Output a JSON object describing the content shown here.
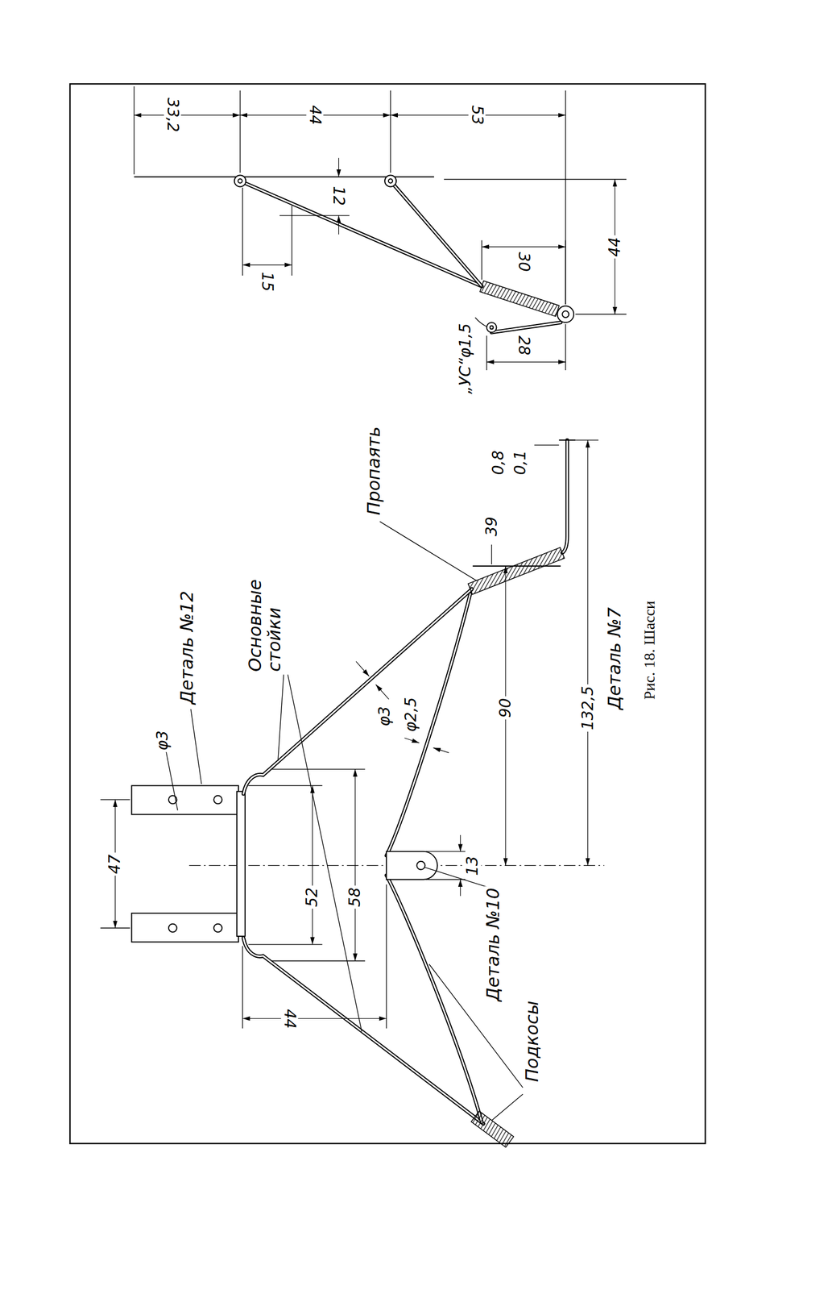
{
  "diagram": {
    "caption": "Рис. 18. Шасси",
    "labels": [
      "33,2",
      "44",
      "53",
      "12",
      "15",
      "30",
      "28",
      "44",
      "„УС“φ1,5",
      "Деталь №12",
      "φ3",
      "Основные стойки",
      "47",
      "52",
      "58",
      "φ3",
      "φ2,5",
      "Пропаять",
      "39",
      "0,8",
      "0,1",
      "90",
      "132,5",
      "13",
      "Деталь №10",
      "44",
      "Подкосы",
      "Деталь №7"
    ]
  }
}
